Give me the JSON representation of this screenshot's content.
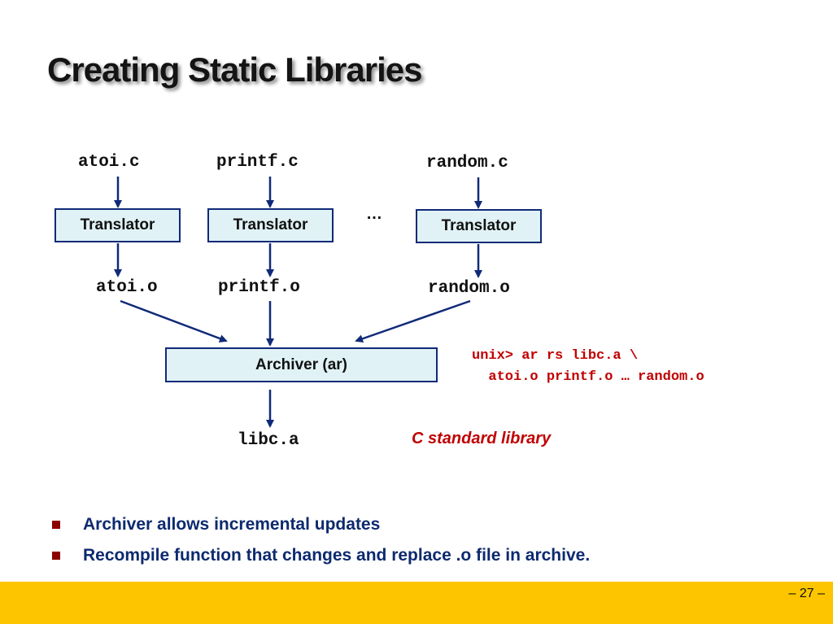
{
  "slide": {
    "title": "Creating Static Libraries",
    "page_number": "– 27 –"
  },
  "diagram": {
    "sources": [
      "atoi.c",
      "printf.c",
      "random.c"
    ],
    "translator_label": "Translator",
    "ellipsis": "…",
    "objects": [
      "atoi.o",
      "printf.o",
      "random.o"
    ],
    "archiver_label": "Archiver (ar)",
    "output": "libc.a",
    "output_note": "C standard library",
    "command_line1": "unix> ar rs libc.a \\",
    "command_line2": "  atoi.o printf.o … random.o"
  },
  "bullets": [
    "Archiver allows incremental updates",
    "Recompile function that changes and replace .o file in archive."
  ],
  "colors": {
    "box_fill": "#e0f2f5",
    "box_border": "#102a78",
    "arrow": "#102a78",
    "command_text": "#c00000",
    "bullet_text": "#0d2a6e",
    "footer_bar": "#fcc500"
  }
}
